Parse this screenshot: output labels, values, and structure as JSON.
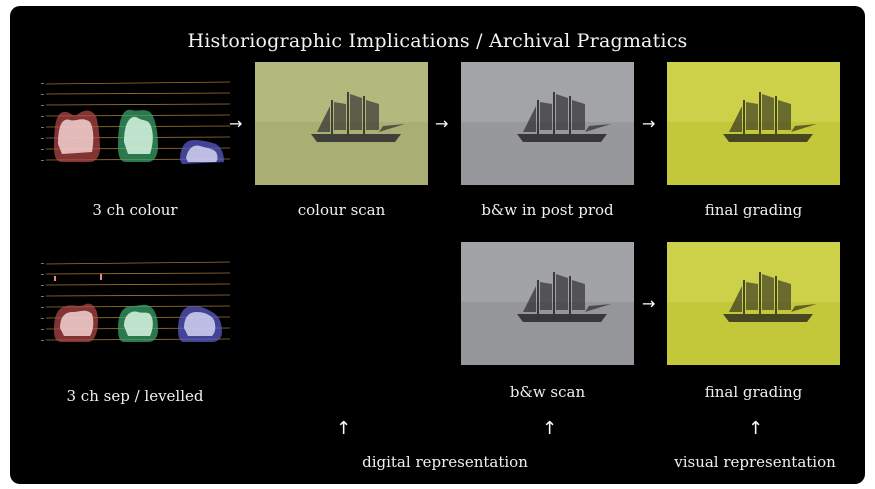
{
  "title": "Historiographic Implications / Archival Pragmatics",
  "row1": {
    "scope_label": "3 ch colour",
    "steps": [
      {
        "label": "colour scan",
        "tint": "#b9bf7f"
      },
      {
        "label": "b&w in post prod",
        "tint": "#9fa0a3"
      },
      {
        "label": "final grading",
        "tint": "#c8cc3c"
      }
    ]
  },
  "row2": {
    "scope_label": "3 ch sep / levelled",
    "steps": [
      {
        "label": "b&w scan",
        "tint": "#9d9ea1"
      },
      {
        "label": "final grading",
        "tint": "#c8cc3c"
      }
    ]
  },
  "bottom": {
    "digital_label": "digital representation",
    "visual_label": "visual representation"
  },
  "icons": {
    "arrow_right": "→",
    "arrow_up": "↑"
  },
  "colors": {
    "background": "#000000",
    "waveform_red": "#e8a0a0",
    "waveform_green": "#9fe0b0",
    "waveform_blue": "#b0b0f0",
    "scope_lines": "#c8a040"
  }
}
